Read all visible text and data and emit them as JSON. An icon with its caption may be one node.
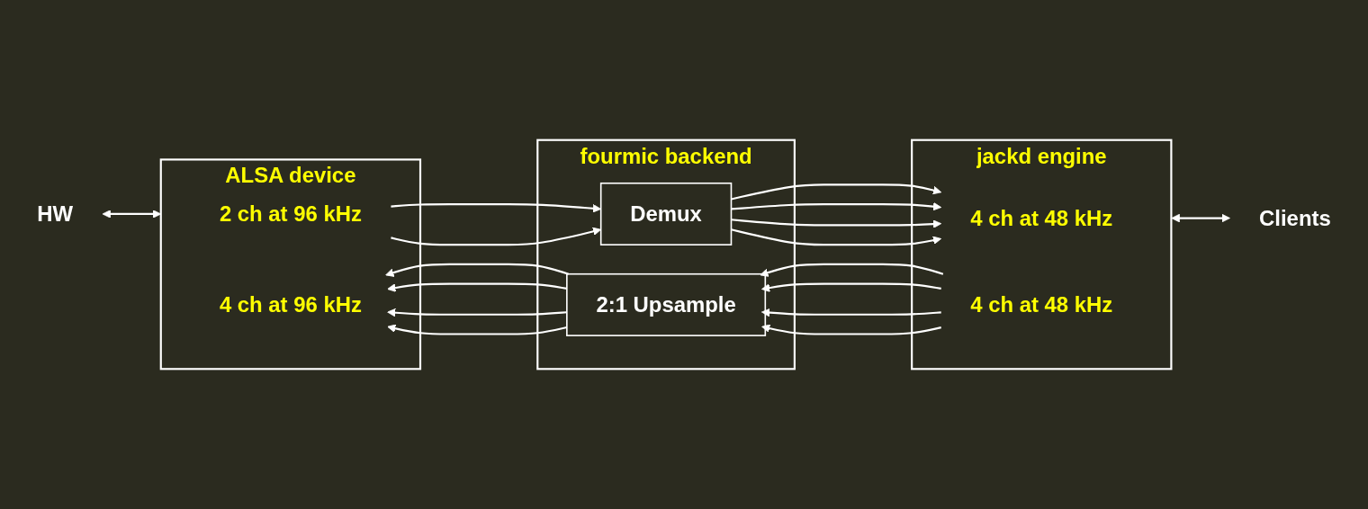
{
  "diagram": {
    "nodes": [
      {
        "text": [
          "ALSA device"
        ]
      },
      {
        "text": [
          "2 ch at 96 kHz"
        ],
        "in": 0
      },
      {
        "text": [
          "4 ch at 96 kHz"
        ],
        "in": 0
      },
      {
        "text": [
          "fourmic backend"
        ]
      },
      {
        "text": [
          "Demux"
        ],
        "in": 3
      },
      {
        "text": [
          "2:1 Upsample"
        ],
        "in": 3
      },
      {
        "text": [
          "jackd engine"
        ]
      },
      {
        "text": [
          "4 ch at 48 kHz"
        ],
        "in": 6
      },
      {
        "text": [
          "4 ch at 48 kHz"
        ],
        "in": 6
      },
      {
        "text": [
          "HW"
        ]
      },
      {
        "text": [
          "Clients"
        ]
      }
    ],
    "edges": [
      {
        "from": 1,
        "to": 4,
        "arrow": "to"
      },
      {
        "from": 1,
        "to": 4,
        "arrow": "to"
      },
      {
        "from": 4,
        "to": 7,
        "arrow": "to"
      },
      {
        "from": 4,
        "to": 7,
        "arrow": "to"
      },
      {
        "from": 4,
        "to": 7,
        "arrow": "to"
      },
      {
        "from": 4,
        "to": 7,
        "arrow": "to"
      },
      {
        "from": 8,
        "to": 5,
        "arrow": "to"
      },
      {
        "from": 8,
        "to": 5,
        "arrow": "to"
      },
      {
        "from": 8,
        "to": 5,
        "arrow": "to"
      },
      {
        "from": 8,
        "to": 5,
        "arrow": "to"
      },
      {
        "from": 5,
        "to": 2,
        "arrow": "to"
      },
      {
        "from": 5,
        "to": 2,
        "arrow": "to"
      },
      {
        "from": 5,
        "to": 2,
        "arrow": "to"
      },
      {
        "from": 5,
        "to": 2,
        "arrow": "to"
      },
      {
        "from": 9,
        "to": 0,
        "arrow": "both"
      },
      {
        "from": 6,
        "to": 10,
        "arrow": "both"
      }
    ]
  }
}
